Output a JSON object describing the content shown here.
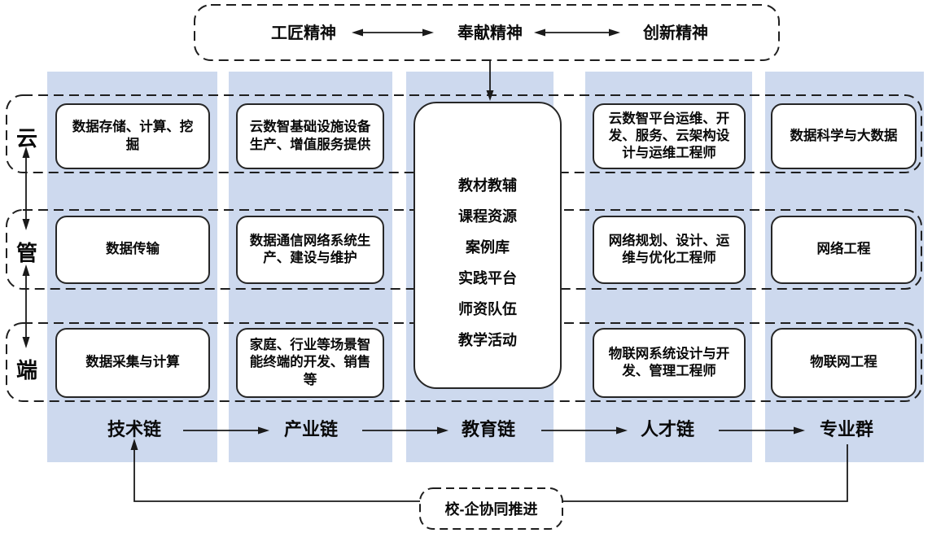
{
  "colors": {
    "column_fill": "#cdd9ee",
    "stroke": "#1f1f1f",
    "box_fill": "#ffffff",
    "text": "#0a0a0a"
  },
  "top_banner": {
    "items": [
      "工匠精神",
      "奉献精神",
      "创新精神"
    ]
  },
  "layers": [
    "云",
    "管",
    "端"
  ],
  "chains": [
    "技术链",
    "产业链",
    "教育链",
    "人才链",
    "专业群"
  ],
  "boxes": {
    "tech": [
      "数据存储、计算、挖\n掘",
      "数据传输",
      "数据采集与计算"
    ],
    "industry": [
      "云数智基础设施设备\n生产、增值服务提供",
      "数据通信网络系统生\n产、建设与维护",
      "家庭、行业等场景智\n能终端的开发、销售\n等"
    ],
    "education_center": "教材教辅\n课程资源\n案例库\n实践平台\n师资队伍\n教学活动",
    "talent": [
      "云数智平台运维、开\n发、服务、云架构设\n计与运维工程师",
      "网络规划、设计、运\n维与优化工程师",
      "物联网系统设计与开\n发、管理工程师"
    ],
    "majors": [
      "数据科学与大数据",
      "网络工程",
      "物联网工程"
    ]
  },
  "bottom_box": {
    "label": "校-企协同推进"
  }
}
